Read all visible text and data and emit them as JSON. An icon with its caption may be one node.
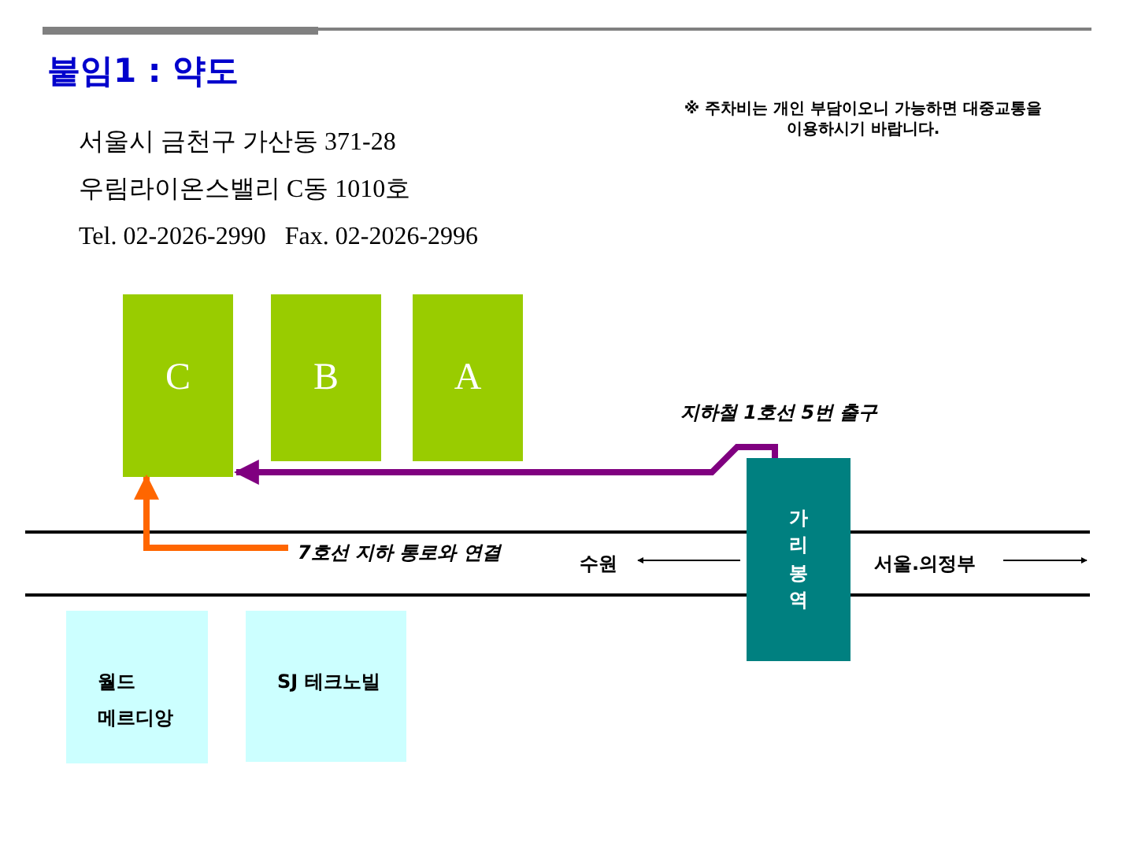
{
  "diagram": {
    "title": "붙임1 : 약도",
    "nodes": [
      {
        "text": [
          "C"
        ]
      },
      {
        "text": [
          "B"
        ]
      },
      {
        "text": [
          "A"
        ]
      },
      {
        "text": [
          "가리봉역"
        ]
      },
      {
        "text": [
          "월드 메르디앙"
        ]
      },
      {
        "text": [
          "SJ 테크노빌"
        ]
      }
    ],
    "edges": [
      {
        "from": 3,
        "to": 0,
        "arrow": "to",
        "label": "지하철 1호선 5번 출구",
        "color": "#800080"
      },
      {
        "from": null,
        "to": 0,
        "arrow": "to",
        "label": "7호선 지하 통로와 연결",
        "color": "#ff6600"
      }
    ],
    "labels": [
      "서울시 금천구 가산동 371-28",
      "우림라이온스밸리 C동 1010호",
      "Tel. 02-2026-2990   Fax. 02-2026-2996",
      "※ 주차비는 개인 부담이오니 가능하면 대중교통을 이용하시기 바랍니다.",
      "수원",
      "서울.의정부"
    ]
  }
}
